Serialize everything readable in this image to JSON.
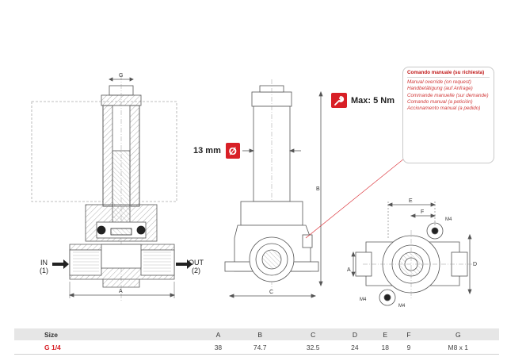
{
  "callout": {
    "lines": [
      "Comando manuale (su richiesta)",
      "Manual override (on request)",
      "Handbetätigung (auf Anfrage)",
      "Commande manuelle (sur demande)",
      "Comando manual (a petición)",
      "Accionamento manual (a pedido)"
    ]
  },
  "torque_label": "Max: 5 Nm",
  "diameter_label": "13 mm",
  "diameter_symbol": "Ø",
  "ports": {
    "in_label": "IN",
    "in_num": "(1)",
    "out_label": "OUT",
    "out_num": "(2)"
  },
  "dims": {
    "g": "G",
    "a": "A",
    "b": "B",
    "c": "C",
    "d": "D",
    "e": "E",
    "f": "F",
    "m4": "M4"
  },
  "table": {
    "headers": [
      "Size",
      "A",
      "B",
      "C",
      "D",
      "E",
      "F",
      "G"
    ],
    "rows": [
      [
        "G 1/4",
        "38",
        "74.7",
        "32.5",
        "24",
        "18",
        "9",
        "M8 x 1"
      ]
    ]
  },
  "colors": {
    "accent": "#d81f26",
    "line": "#555555",
    "hatch": "#9a9a9a"
  }
}
